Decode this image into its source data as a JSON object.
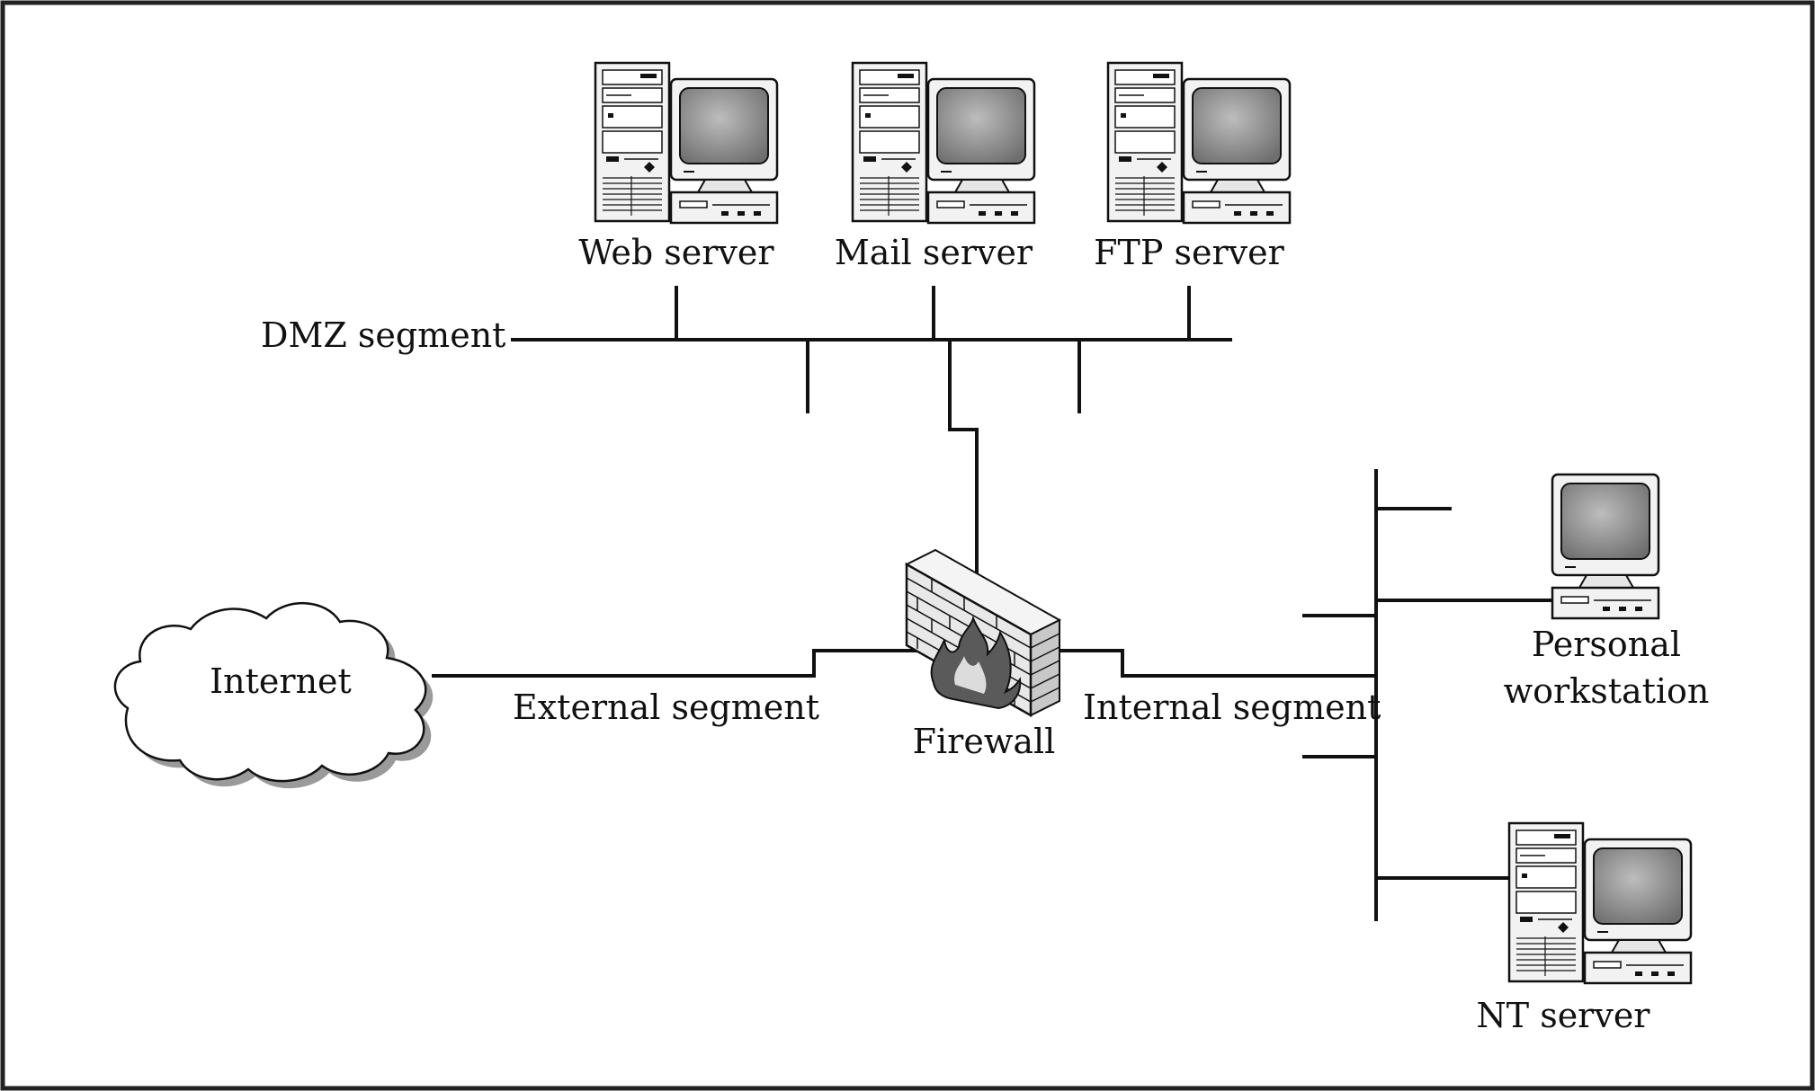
{
  "nodes": {
    "web_server": "Web server",
    "mail_server": "Mail server",
    "ftp_server": "FTP server",
    "internet": "Internet",
    "firewall": "Firewall",
    "workstation_line1": "Personal",
    "workstation_line2": "workstation",
    "nt_server": "NT server"
  },
  "segments": {
    "dmz": "DMZ segment",
    "external": "External segment",
    "internal": "Internal segment"
  },
  "icons": [
    "server-computer-icon",
    "workstation-icon",
    "cloud-icon",
    "firewall-icon"
  ],
  "colors": {
    "line": "#111111",
    "frame": "#222222",
    "device_body": "#f3f3f3",
    "screen": "#8c8c8c",
    "brick": "#e8e8e8",
    "flame": "#5a5a5a"
  }
}
